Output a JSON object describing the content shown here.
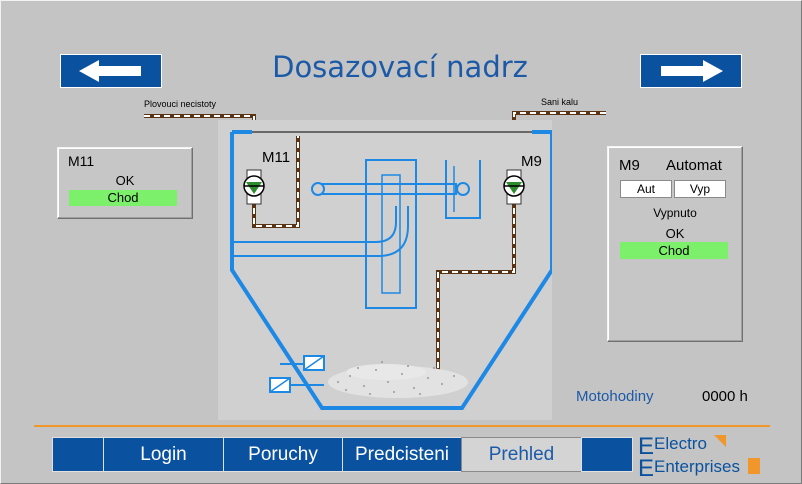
{
  "header": {
    "title": "Dosazovací nadrz"
  },
  "nav": {
    "back_icon": "arrow-left-icon",
    "forward_icon": "arrow-right-icon"
  },
  "diagram": {
    "floating_label": "Plovouci necistoty",
    "sludge_label": "Sani kalu",
    "pump_m11": "M11",
    "pump_m9": "M9"
  },
  "panel_m11": {
    "name": "M11",
    "status": "OK",
    "run_state": "Chod"
  },
  "panel_m9": {
    "name": "M9",
    "mode": "Automat",
    "btn_auto": "Aut",
    "btn_off": "Vyp",
    "switch_state": "Vypnuto",
    "status": "OK",
    "run_state": "Chod"
  },
  "hours": {
    "label": "Motohodiny",
    "value": "0000 h"
  },
  "tabs": [
    "Login",
    "Poruchy",
    "Predcisteni",
    "Prehled"
  ],
  "logo": {
    "line1": "Electro",
    "line2": "Enterprises"
  },
  "colors": {
    "accent_blue": "#0a52a0",
    "tank_blue": "#1e88e5",
    "status_green": "#7cf06a",
    "divider_orange": "#f0962a",
    "pipe_brown": "#5a3214"
  }
}
